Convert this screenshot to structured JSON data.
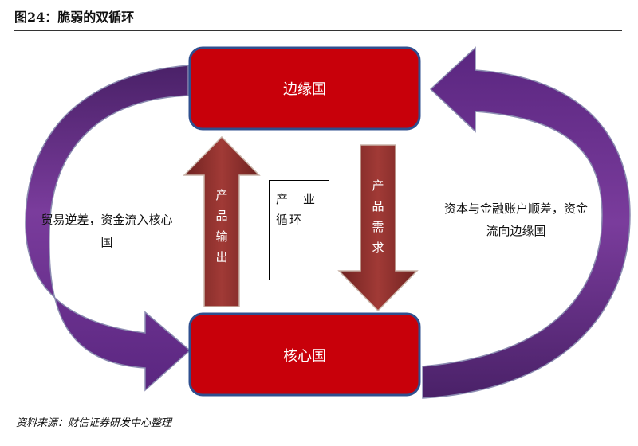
{
  "figure": {
    "title": "图24：脆弱的双循环",
    "source": "资料来源：财信证券研发中心整理"
  },
  "diagram": {
    "top_box": "边缘国",
    "bottom_box": "核心国",
    "up_arrow": "产品输出",
    "down_arrow": "产品需求",
    "middle_box": "产　业循环",
    "left_text": "贸易逆差，资金流入核心国",
    "right_text": "资本与金融账户顺差，资金流向边缘国"
  },
  "colors": {
    "box_fill": "#c8000a",
    "box_border": "#2f4f8f",
    "vertical_arrow": "#8e2f2c",
    "curved_arrow": "#6a2f8c"
  }
}
